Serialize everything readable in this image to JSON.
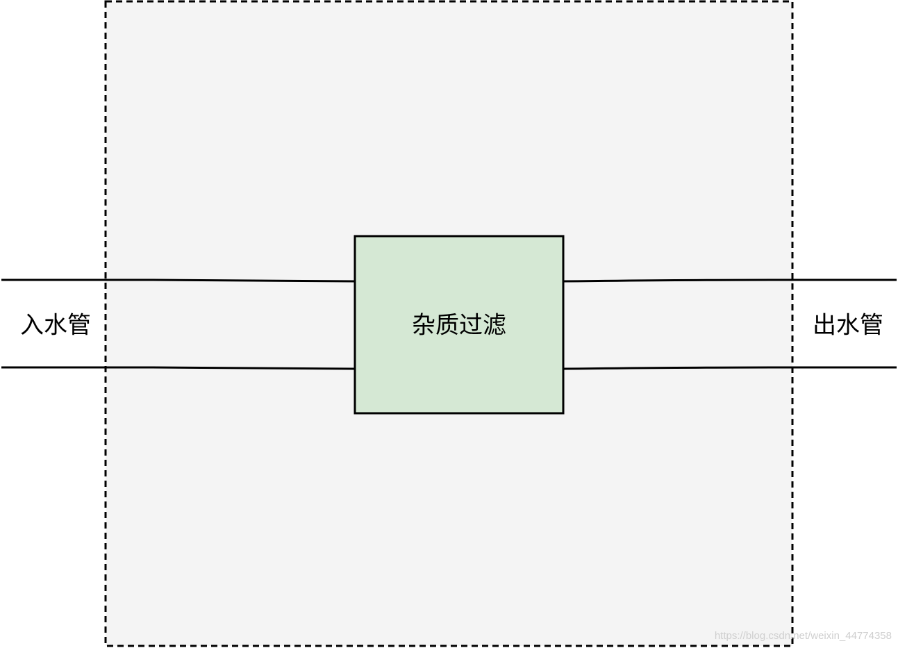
{
  "diagram": {
    "inlet_label": "入水管",
    "outlet_label": "出水管",
    "filter_label": "杂质过滤",
    "watermark": "https://blog.csdn.net/weixin_44774358"
  },
  "colors": {
    "container_fill": "#f4f4f4",
    "container_stroke": "#000000",
    "filter_fill": "#d5e8d4",
    "filter_stroke": "#000000",
    "pipe_stroke": "#000000"
  }
}
